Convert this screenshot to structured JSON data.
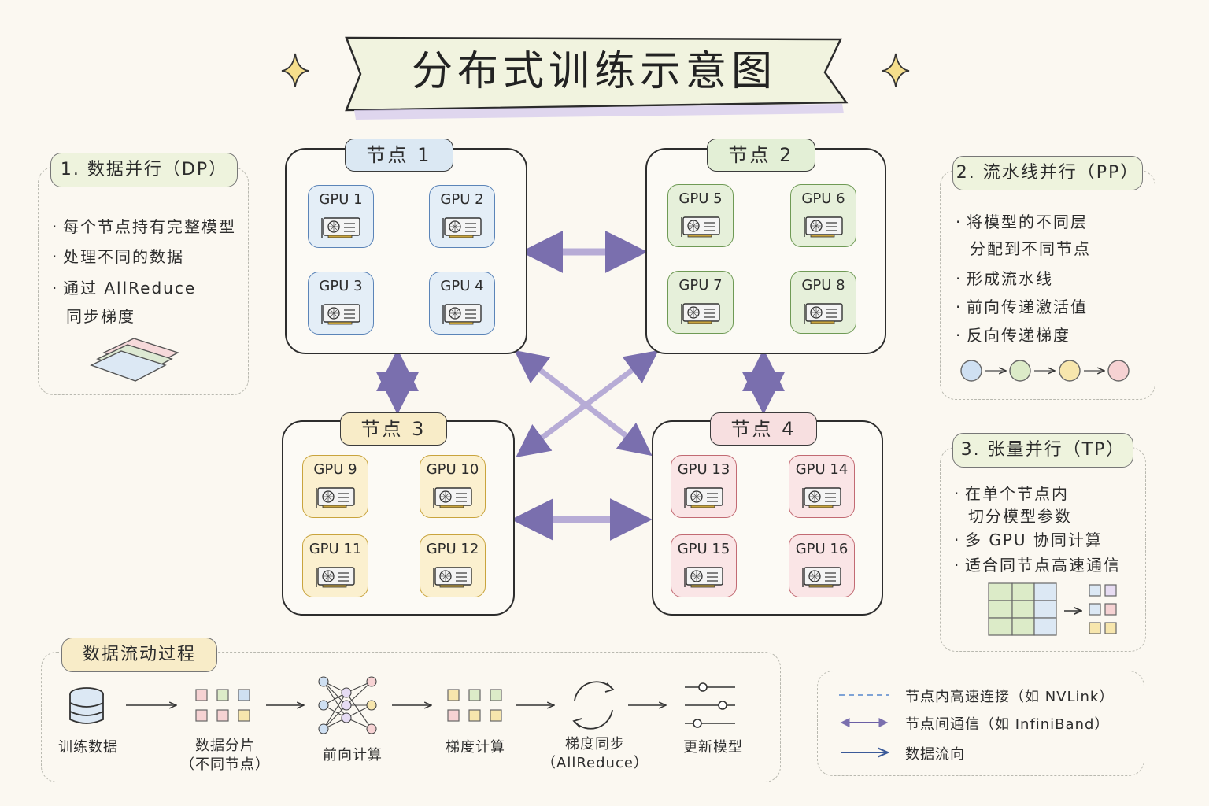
{
  "title": "分布式训练示意图",
  "colors": {
    "node1": "#dbe8f3",
    "node2": "#e3efd6",
    "node3": "#f8ecc8",
    "node4": "#f7dfe0",
    "gpu1": "#e4eef7",
    "gpu2": "#e6f0da",
    "gpu3": "#fbf0cf",
    "gpu4": "#fae5e6",
    "inter_link": "#b7acd6",
    "intra_link": "#7fa3d6",
    "flow_arrow": "#3b5a99"
  },
  "nodes": [
    {
      "label": "节点 1",
      "gpus": [
        "GPU 1",
        "GPU 2",
        "GPU 3",
        "GPU 4"
      ]
    },
    {
      "label": "节点 2",
      "gpus": [
        "GPU 5",
        "GPU 6",
        "GPU 7",
        "GPU 8"
      ]
    },
    {
      "label": "节点 3",
      "gpus": [
        "GPU 9",
        "GPU 10",
        "GPU 11",
        "GPU 12"
      ]
    },
    {
      "label": "节点 4",
      "gpus": [
        "GPU 13",
        "GPU 14",
        "GPU 15",
        "GPU 16"
      ]
    }
  ],
  "dp": {
    "title": "1. 数据并行（DP）",
    "bullets": [
      "每个节点持有完整模型",
      "处理不同的数据",
      "通过 AllReduce"
    ],
    "continuation": "同步梯度"
  },
  "pp": {
    "title": "2. 流水线并行（PP）",
    "bullet1": "将模型的不同层",
    "bullet1_cont": "分配到不同节点",
    "bullets": [
      "形成流水线",
      "前向传递激活值",
      "反向传递梯度"
    ]
  },
  "tp": {
    "title": "3. 张量并行（TP）",
    "bullet1": "在单个节点内",
    "bullet1_cont": "切分模型参数",
    "bullets": [
      "多 GPU 协同计算",
      "适合同节点高速通信"
    ]
  },
  "flow": {
    "title": "数据流动过程",
    "steps": [
      {
        "icon": "database-icon",
        "label": "训练数据",
        "sub": ""
      },
      {
        "icon": "shards-icon",
        "label": "数据分片",
        "sub": "（不同节点）"
      },
      {
        "icon": "neural-network-icon",
        "label": "前向计算",
        "sub": ""
      },
      {
        "icon": "gradient-grid-icon",
        "label": "梯度计算",
        "sub": ""
      },
      {
        "icon": "sync-icon",
        "label": "梯度同步",
        "sub": "（AllReduce）"
      },
      {
        "icon": "sliders-icon",
        "label": "更新模型",
        "sub": ""
      }
    ]
  },
  "legend": {
    "intra": "节点内高速连接（如 NVLink）",
    "inter": "节点间通信（如 InfiniBand）",
    "flow": "数据流向"
  }
}
